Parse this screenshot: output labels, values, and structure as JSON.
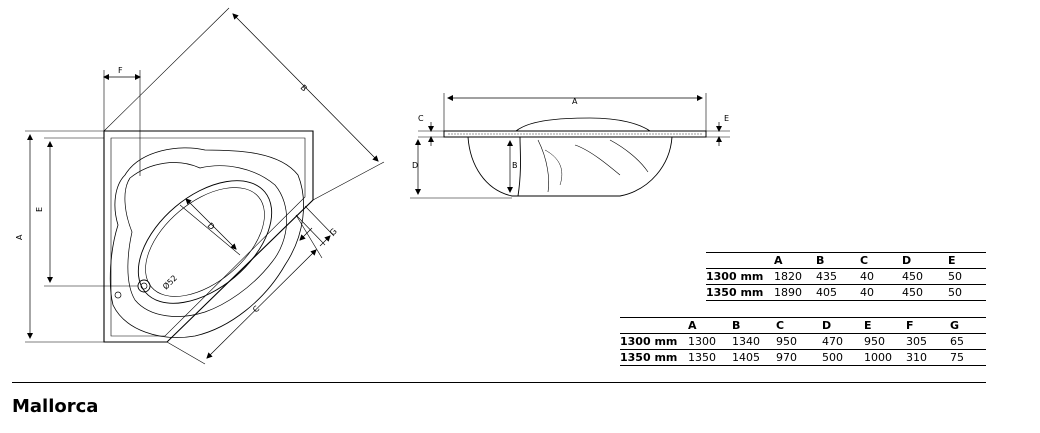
{
  "title": "Mallorca",
  "top_view": {
    "labels": {
      "A": "A",
      "B": "B",
      "C": "C",
      "D": "D",
      "E": "E",
      "F": "F",
      "G": "G",
      "drain": "Ø52"
    }
  },
  "side_view": {
    "labels": {
      "A": "A",
      "B": "B",
      "C": "C",
      "D": "D",
      "E": "E"
    }
  },
  "table1": {
    "headers": [
      "",
      "A",
      "B",
      "C",
      "D",
      "E"
    ],
    "rows": [
      {
        "label": "1300 mm",
        "values": [
          "1820",
          "435",
          "40",
          "450",
          "50"
        ]
      },
      {
        "label": "1350 mm",
        "values": [
          "1890",
          "405",
          "40",
          "450",
          "50"
        ]
      }
    ]
  },
  "table2": {
    "headers": [
      "",
      "A",
      "B",
      "C",
      "D",
      "E",
      "F",
      "G"
    ],
    "rows": [
      {
        "label": "1300 mm",
        "values": [
          "1300",
          "1340",
          "950",
          "470",
          "950",
          "305",
          "65"
        ]
      },
      {
        "label": "1350 mm",
        "values": [
          "1350",
          "1405",
          "970",
          "500",
          "1000",
          "310",
          "75"
        ]
      }
    ]
  }
}
